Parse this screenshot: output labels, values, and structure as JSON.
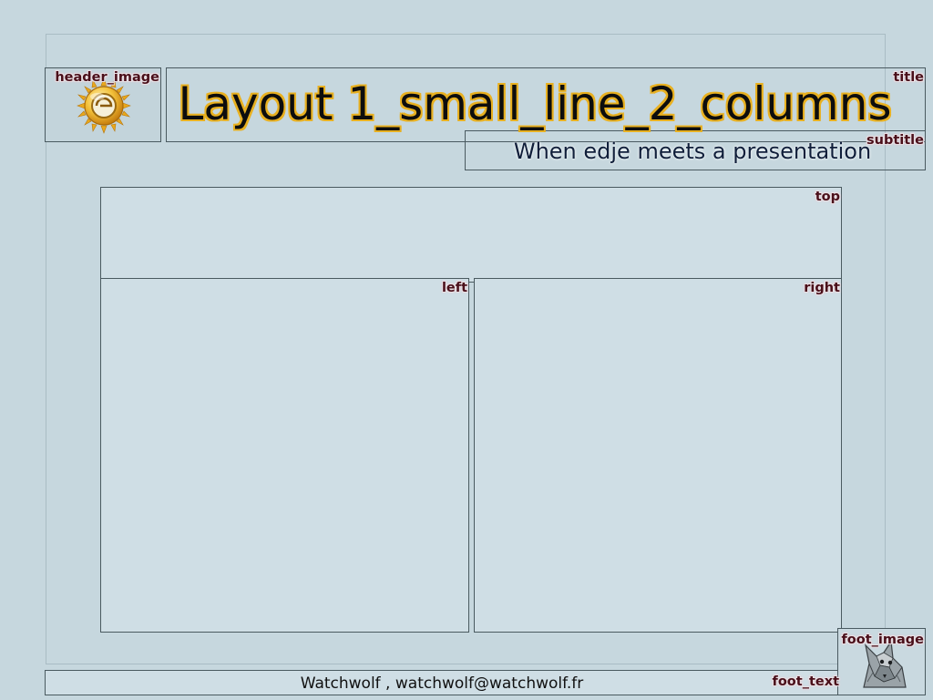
{
  "header_image": {
    "label": "header_image",
    "icon": "enlightenment-logo-icon"
  },
  "title": {
    "label": "title",
    "text": "Layout 1_small_line_2_columns"
  },
  "subtitle": {
    "label": "subtitle",
    "text": "When edje meets a presentation"
  },
  "top": {
    "label": "top"
  },
  "left": {
    "label": "left"
  },
  "right": {
    "label": "right"
  },
  "foot_image": {
    "label": "foot_image",
    "icon": "wolf-head-icon"
  },
  "foot_text": {
    "label": "foot_text",
    "text": "Watchwolf , watchwolf@watchwolf.fr"
  },
  "colors": {
    "background": "#c6d7de",
    "panel": "#cfdee5",
    "border": "#4a5a60",
    "title_outline": "#e8b020",
    "tag_text": "#4a0f1a"
  }
}
